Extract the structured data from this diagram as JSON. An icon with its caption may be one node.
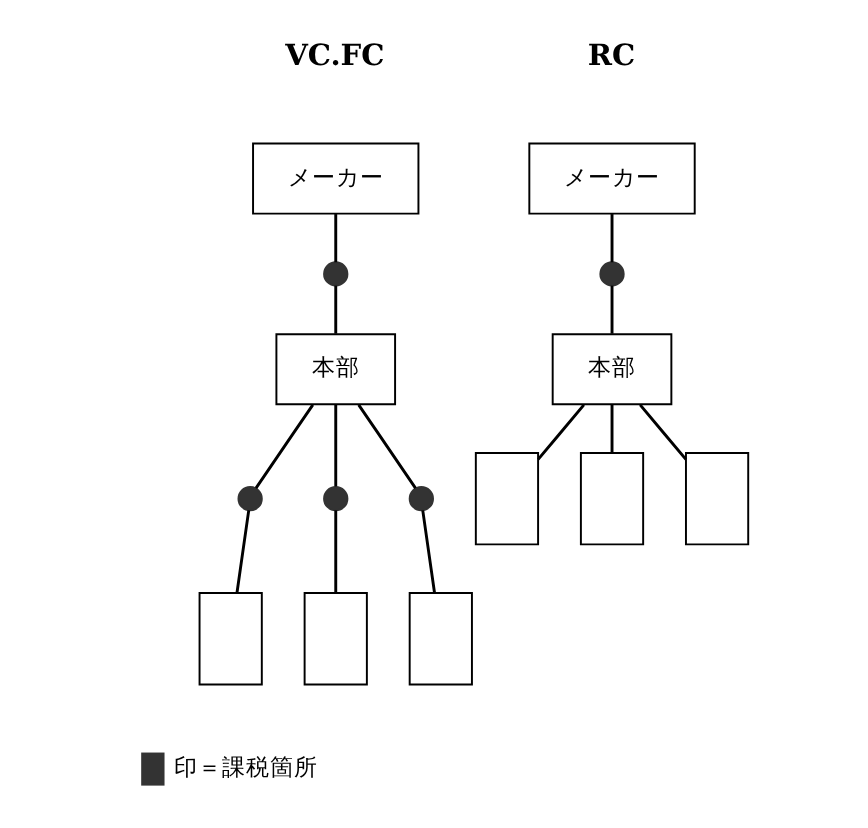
{
  "diagram": {
    "nodes": [
      {
        "text": [
          "メーカー"
        ]
      },
      {
        "text": [],
        "shape": "circle"
      },
      {
        "text": [
          "本部"
        ]
      },
      {
        "text": [],
        "shape": "circle"
      },
      {
        "text": [],
        "shape": "circle"
      },
      {
        "text": [],
        "shape": "circle"
      },
      {
        "text": [],
        "shape": "box"
      },
      {
        "text": [],
        "shape": "box"
      },
      {
        "text": [],
        "shape": "box"
      },
      {
        "text": [
          "メーカー"
        ]
      },
      {
        "text": [],
        "shape": "circle"
      },
      {
        "text": [
          "本部"
        ]
      },
      {
        "text": [],
        "shape": "box"
      },
      {
        "text": [],
        "shape": "box"
      },
      {
        "text": [],
        "shape": "box"
      }
    ],
    "edges": [
      {
        "from": 0,
        "to": 1,
        "arrow": "none"
      },
      {
        "from": 1,
        "to": 2,
        "arrow": "none"
      },
      {
        "from": 2,
        "to": 3,
        "arrow": "none"
      },
      {
        "from": 2,
        "to": 4,
        "arrow": "none"
      },
      {
        "from": 2,
        "to": 5,
        "arrow": "none"
      },
      {
        "from": 3,
        "to": 6,
        "arrow": "none"
      },
      {
        "from": 4,
        "to": 7,
        "arrow": "none"
      },
      {
        "from": 5,
        "to": 8,
        "arrow": "none"
      },
      {
        "from": 9,
        "to": 10,
        "arrow": "none"
      },
      {
        "from": 10,
        "to": 11,
        "arrow": "none"
      },
      {
        "from": 11,
        "to": 12,
        "arrow": "none"
      },
      {
        "from": 11,
        "to": 13,
        "arrow": "none"
      },
      {
        "from": 11,
        "to": 14,
        "arrow": "none"
      }
    ],
    "labels": [
      "VC.FC",
      "RC"
    ],
    "legend": [
      {
        "text": "印＝課税箇所",
        "color": "#333333"
      }
    ]
  }
}
